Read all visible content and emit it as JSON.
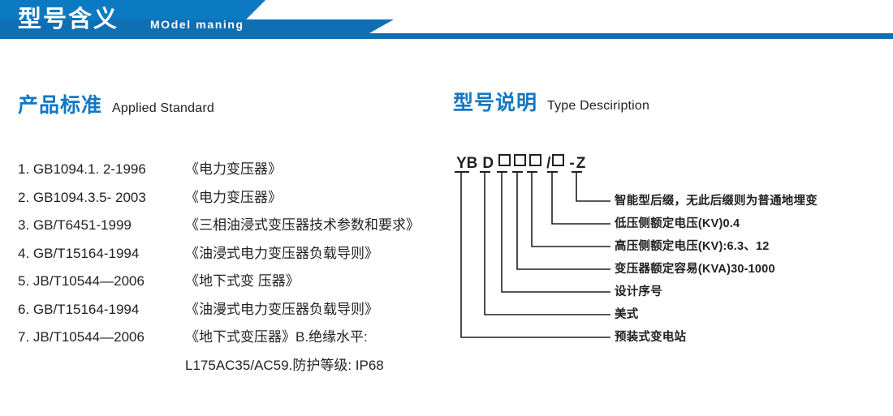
{
  "banner": {
    "title": "型号含义",
    "subtitle": "MOdel maning",
    "color": "#0f6fb5",
    "accent_color": "#0c7ac2"
  },
  "sections": {
    "left": {
      "heading_cn": "产品标准",
      "heading_en": "Applied Standard",
      "heading_color": "#1277c4"
    },
    "right": {
      "heading_cn": "型号说明",
      "heading_en": "Type Desciription",
      "heading_color": "#1277c4"
    }
  },
  "standards": [
    {
      "index": "1.",
      "code": "GB1094.1. 2-1996",
      "name": "《电力变压器》"
    },
    {
      "index": "2.",
      "code": "GB1094.3.5- 2003",
      "name": "《电力变压器》"
    },
    {
      "index": "3.",
      "code": "GB/T6451-1999",
      "name": "《三相油浸式变压器技术参数和要求》"
    },
    {
      "index": "4.",
      "code": "GB/T15164-1994",
      "name": "《油浸式电力变压器负载导则》"
    },
    {
      "index": "5.",
      "code": "JB/T10544—2006",
      "name": "《地下式变 压器》"
    },
    {
      "index": "6.",
      "code": "GB/T15164-1994",
      "name": "《油漫式电力变压器负载导则》"
    },
    {
      "index": "7.",
      "code": "JB/T10544—2006",
      "name": "《地下式变压器》B.绝缘水平:",
      "continuation": "L175AC35/AC59.防护等级: IP68"
    }
  ],
  "model_code": {
    "segments": [
      {
        "text": "YB",
        "type": "text"
      },
      {
        "text": "D",
        "type": "text"
      },
      {
        "text": "",
        "type": "box"
      },
      {
        "text": "",
        "type": "box"
      },
      {
        "text": "",
        "type": "box"
      },
      {
        "text": "/",
        "type": "separator"
      },
      {
        "text": "",
        "type": "box"
      },
      {
        "text": "-",
        "type": "separator"
      },
      {
        "text": "Z",
        "type": "text"
      }
    ],
    "code_display": "YB D □□□/□ - Z"
  },
  "model_labels": [
    {
      "id": "suffix",
      "text": "智能型后缀，无此后缀则为普通地埋变"
    },
    {
      "id": "lv-voltage",
      "text": "低压侧额定电压(KV)0.4"
    },
    {
      "id": "hv-voltage",
      "text": "高压侧额定电压(KV):6.3、12"
    },
    {
      "id": "rated-capacity",
      "text": "变压器额定容易(KVA)30-1000"
    },
    {
      "id": "design-serial",
      "text": "设计序号"
    },
    {
      "id": "american-type",
      "text": "美式"
    },
    {
      "id": "prefab-substation",
      "text": "预装式变电站"
    }
  ]
}
